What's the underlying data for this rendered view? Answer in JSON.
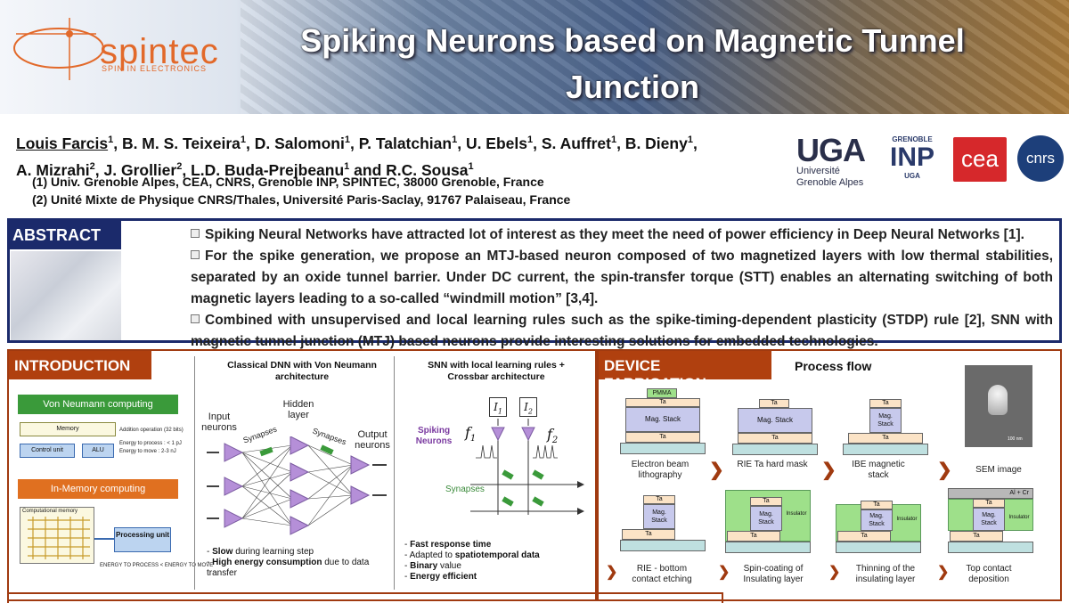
{
  "header": {
    "logo": "spintec",
    "logo_sub": "SPIN IN ELECTRONICS",
    "title": "Spiking  Neurons based on Magnetic Tunnel Junction"
  },
  "authors": {
    "first": "Louis Farcis",
    "rest_line1": ", B. M. S. Teixeira",
    "line1": [
      {
        "name": "Louis Farcis",
        "sup": "1",
        "underline": true
      },
      {
        "name": ", B. M. S. Teixeira",
        "sup": "1"
      },
      {
        "name": ", D. Salomoni",
        "sup": "1"
      },
      {
        "name": ", P. Talatchian",
        "sup": "1"
      },
      {
        "name": ", U. Ebels",
        "sup": "1"
      },
      {
        "name": ", S. Auffret",
        "sup": "1"
      },
      {
        "name": ", B. Dieny",
        "sup": "1"
      },
      {
        "name": ",",
        "sup": ""
      }
    ],
    "line2": [
      {
        "name": "A. Mizrahi",
        "sup": "2"
      },
      {
        "name": ", J. Grollier",
        "sup": "2"
      },
      {
        "name": ", L.D. Buda-Prejbeanu",
        "sup": "1"
      },
      {
        "name": " and R.C. Sousa",
        "sup": "1"
      }
    ],
    "affil1": "(1) Univ. Grenoble Alpes, CEA, CNRS, Grenoble INP, SPINTEC, 38000 Grenoble, France",
    "affil2": "(2) Unité Mixte de Physique CNRS/Thales, Université Paris-Saclay, 91767 Palaiseau, France"
  },
  "logos": {
    "uga_big": "UGA",
    "uga_line1": "Université",
    "uga_line2": "Grenoble Alpes",
    "inp_top": "GRENOBLE",
    "inp_main": "INP",
    "inp_sub": "UGA",
    "cea": "cea",
    "cnrs": "cnrs"
  },
  "abstract": {
    "label": "ABSTRACT",
    "p1": "Spiking Neural Networks have attracted lot of interest as they meet the need of power efficiency in Deep Neural Networks [1].",
    "p2": "For the spike generation, we propose an MTJ-based neuron composed of two magnetized layers with low thermal stabilities, separated by an oxide tunnel barrier. Under DC current, the spin-transfer torque (STT) enables an alternating switching of both magnetic layers leading to a so-called “windmill motion” [3,4].",
    "p3": "Combined with unsupervised and local learning rules such as the spike-timing-dependent plasticity (STDP) rule [2], SNN with magnetic tunnel junction (MTJ) based neurons provide interesting solutions for embedded technologies."
  },
  "intro": {
    "label": "INTRODUCTION",
    "von_neumann": "Von Neumann computing",
    "memory": "Memory",
    "addition": "Addition operation (32 bits)",
    "energy_process": "Energy to process : < 1 pJ",
    "energy_move": "Energy to move : 2-3 nJ",
    "control_unit": "Control unit",
    "alu": "ALU",
    "in_memory": "In-Memory computing",
    "comp_memory": "Computational memory",
    "processing": "Processing unit",
    "energy_cmp": "ENERGY TO PROCESS < ENERGY TO MOVE",
    "dnn_title": "Classical DNN with Von Neumann architecture",
    "input_neurons": "Input neurons",
    "hidden_layer": "Hidden layer",
    "output_neurons": "Output neurons",
    "synapses": "Synapses",
    "dnn_b1_bold": "Slow",
    "dnn_b1_rest": " during learning step",
    "dnn_b2_bold": "High energy consumption",
    "dnn_b2_rest": " due to data transfer",
    "snn_title": "SNN with local learning rules + Crossbar architecture",
    "spiking_neurons": "Spiking Neurons",
    "f1": "f",
    "f2": "f",
    "i1": "I",
    "i2": "I",
    "snn_synapses": "Synapses",
    "snn_b1": "Fast response time",
    "snn_b2_pre": "Adapted to ",
    "snn_b2_bold": "spatiotemporal data",
    "snn_b3_bold": "Binary",
    "snn_b3_rest": " value",
    "snn_b4": "Energy efficient"
  },
  "device": {
    "label": "DEVICE FABRICATION",
    "process_flow": "Process flow",
    "pmma": "PMMA",
    "ta": "Ta",
    "mag_stack": "Mag. Stack",
    "insulator": "Insulator",
    "alcr": "Al + Cr",
    "scale": "100 nm",
    "steps": [
      "Electron beam lithography",
      "RIE Ta hard mask",
      "IBE magnetic stack",
      "SEM image",
      "RIE - bottom contact etching",
      "Spin-coating of Insulating layer",
      "Thinning of the insulating layer",
      "Top contact deposition"
    ]
  },
  "colors": {
    "navy": "#1b2a6b",
    "rust": "#b0400f",
    "green": "#3a9a3a",
    "orange": "#e07020",
    "purple": "#b58fd8"
  }
}
